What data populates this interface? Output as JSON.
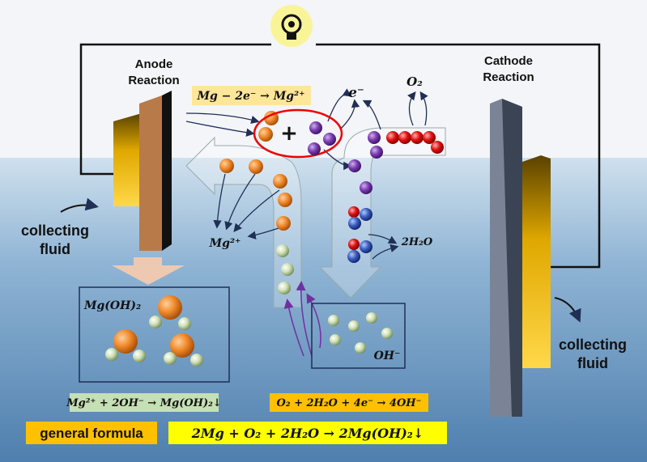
{
  "labels": {
    "anode_line1": "Anode",
    "anode_line2": "Reaction",
    "cathode_line1": "Cathode",
    "cathode_line2": "Reaction",
    "collecting_left_1": "collecting",
    "collecting_left_2": "fluid",
    "collecting_right_1": "collecting",
    "collecting_right_2": "fluid"
  },
  "equations": {
    "anode": "Mg − 2e⁻ → Mg²⁺",
    "electron": "e⁻",
    "oxygen": "O₂",
    "mg_ion": "Mg²⁺",
    "water": "2H₂O",
    "hydroxide": "OH⁻",
    "mg_hydroxide": "Mg(OH)₂",
    "precipitation": "Mg²⁺ + 2OH⁻ → Mg(OH)₂↓",
    "cathode": "O₂ + 2H₂O + 4e⁻ → 4OH⁻",
    "general_label": "general formula",
    "general": "2Mg + O₂ + 2H₂O → 2Mg(OH)₂↓"
  },
  "colors": {
    "anode_eq_bg": "#ffe699",
    "precip_bg": "#c5e0b4",
    "cathode_bg": "#ffc000",
    "general_label_bg": "#ffc000",
    "general_bg": "#ffff00"
  }
}
